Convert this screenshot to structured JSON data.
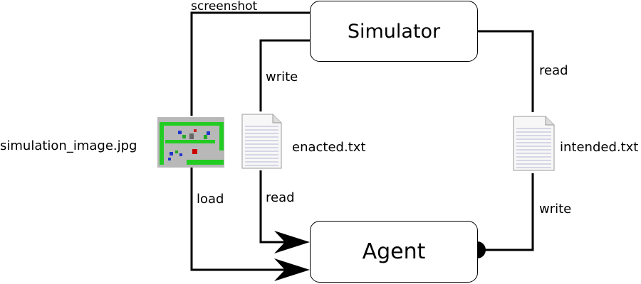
{
  "nodes": {
    "simulator": "Simulator",
    "agent": "Agent"
  },
  "files": {
    "image": "simulation_image.jpg",
    "enacted": "enacted.txt",
    "intended": "intended.txt"
  },
  "edges": {
    "screenshot": "screenshot",
    "write_enacted": "write",
    "read_intended": "read",
    "load_image": "load",
    "read_enacted": "read",
    "write_intended": "write"
  },
  "colors": {
    "line": "#000000",
    "wall": "#22cc22",
    "floor": "#b8b8b8"
  }
}
